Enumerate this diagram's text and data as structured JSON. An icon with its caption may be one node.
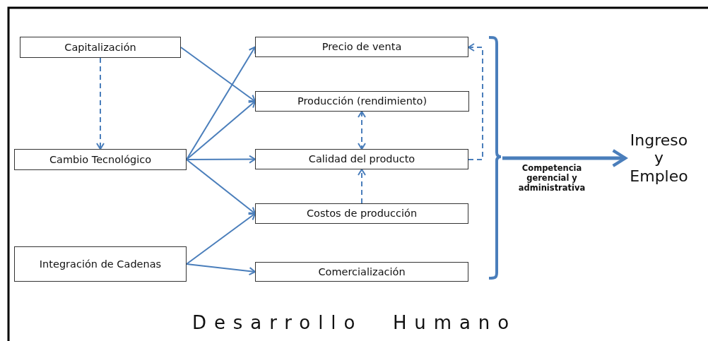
{
  "diagram": {
    "nodes": [
      {
        "text": [
          "Capitalización"
        ]
      },
      {
        "text": [
          "Cambio Tecnológico"
        ]
      },
      {
        "text": [
          "Integración de Cadenas"
        ]
      },
      {
        "text": [
          "Precio de venta"
        ]
      },
      {
        "text": [
          "Producción (rendimiento)"
        ]
      },
      {
        "text": [
          "Calidad del producto"
        ]
      },
      {
        "text": [
          "Costos de producción"
        ]
      },
      {
        "text": [
          "Comercialización"
        ]
      },
      {
        "text": [
          "Ingreso y Empleo"
        ]
      },
      {
        "text": [],
        "shape": "bracket"
      }
    ],
    "edges": [
      {
        "from": 0,
        "to": 1,
        "arrow": "to",
        "style": "dashed"
      },
      {
        "from": 0,
        "to": 4,
        "arrow": "to"
      },
      {
        "from": 1,
        "to": 3,
        "arrow": "to"
      },
      {
        "from": 1,
        "to": 4,
        "arrow": "to"
      },
      {
        "from": 1,
        "to": 5,
        "arrow": "to"
      },
      {
        "from": 1,
        "to": 6,
        "arrow": "to"
      },
      {
        "from": 2,
        "to": 6,
        "arrow": "to"
      },
      {
        "from": 2,
        "to": 7,
        "arrow": "to"
      },
      {
        "from": 4,
        "to": 5,
        "arrow": "both",
        "style": "dashed"
      },
      {
        "from": 6,
        "to": 5,
        "arrow": "to",
        "style": "dashed"
      },
      {
        "from": 5,
        "to": 3,
        "arrow": "to",
        "style": "dashed"
      },
      {
        "from": 9,
        "to": 8,
        "arrow": "to",
        "style": "thick",
        "label": "Competencia gerencial y administrativa"
      }
    ],
    "labels": [
      "Desarrollo Humano"
    ]
  }
}
